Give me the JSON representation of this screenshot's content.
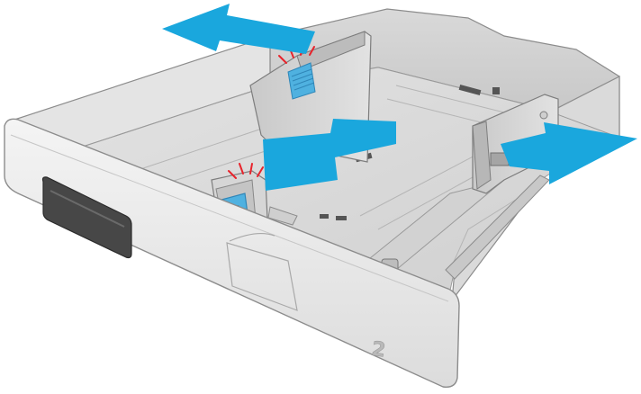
{
  "illustration": {
    "tray_number": "2",
    "colors": {
      "arrow": "#1aa7dd",
      "tab_blue": "#4fb1e0",
      "tab_blue_dark": "#2f86b8",
      "click_marks": "#e8232b",
      "tray_light": "#e9e9e9",
      "tray_mid": "#d5d5d5",
      "tray_shadow": "#bdbdbd",
      "outline": "#8c8c8c",
      "window": "#4a4a4a",
      "number_color": "#b9b9b9"
    },
    "arrows": [
      {
        "name": "rear-guide-arrow",
        "direction": "back-left"
      },
      {
        "name": "length-guide-arrow",
        "direction": "left"
      },
      {
        "name": "width-guide-arrow",
        "direction": "right"
      }
    ]
  }
}
